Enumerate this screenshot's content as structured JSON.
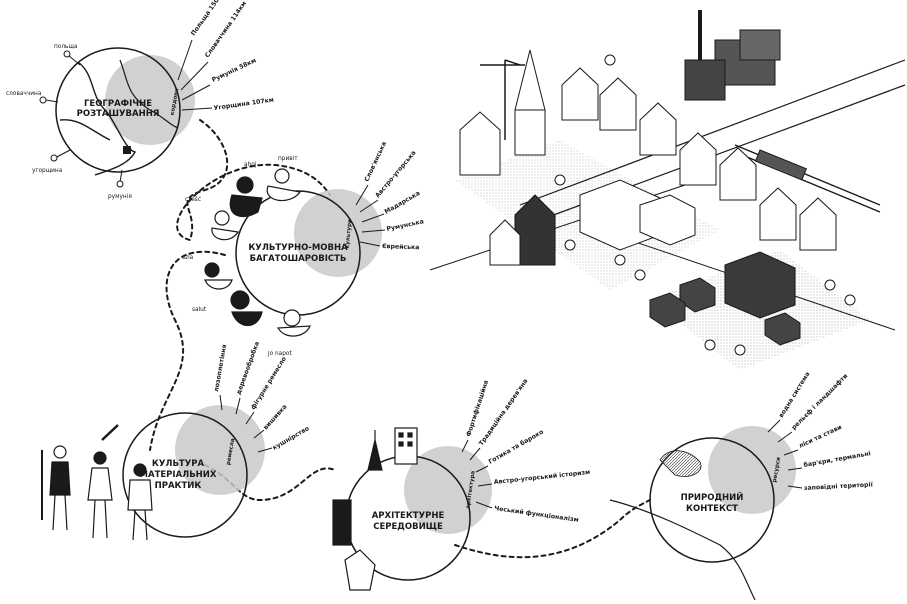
{
  "colors": {
    "accent": "#c9c9c9",
    "ink": "#1a1a1a"
  },
  "geo": {
    "title": [
      "ГЕОГРАФІЧНЕ",
      "РОЗТАШУВАННЯ"
    ],
    "badge": "кордони",
    "spokes": [
      "Польща 150км",
      "Словаччина 114км",
      "Румунія 58км",
      "Угорщина 107км"
    ],
    "neighbors": [
      "польща",
      "словаччина",
      "угорщина",
      "румунія"
    ]
  },
  "culture": {
    "title": [
      "КУЛЬТУРНО-МОВНА",
      "БАГАТОШАРОВІСТЬ"
    ],
    "badge": "культури",
    "spokes": [
      "Слов'янська",
      "Австро-угорська",
      "Мадярська",
      "Румунська",
      "Єврейська"
    ],
    "greetings": [
      "привіт",
      "ahoj",
      "cześć",
      "szia",
      "salut",
      "jo napot"
    ]
  },
  "material": {
    "title": [
      "КУЛЬТУРА",
      "МАТЕРІАЛЬНИХ",
      "ПРАКТИК"
    ],
    "badge": "ремесла",
    "spokes": [
      "лозоплетіння",
      "деревообробка",
      "фігурне ремесло",
      "вишивка",
      "кушнірство"
    ]
  },
  "architecture": {
    "title": [
      "АРХІТЕКТУРНЕ",
      "СЕРЕДОВИЩЕ"
    ],
    "badge": "архітектура",
    "spokes": [
      "Фортифікаційна",
      "Традиційна дерев'яна",
      "Готика та бароко",
      "Австро-угорський історизм",
      "Чеський функціоналізм"
    ]
  },
  "nature": {
    "title": [
      "ПРИРОДНИЙ",
      "КОНТЕКСТ"
    ],
    "badge": "ресурси",
    "spokes": [
      "водна система",
      "рельєф і ландшафти",
      "ліси та стави",
      "бар'єри, термальні",
      "заповідні території"
    ]
  }
}
